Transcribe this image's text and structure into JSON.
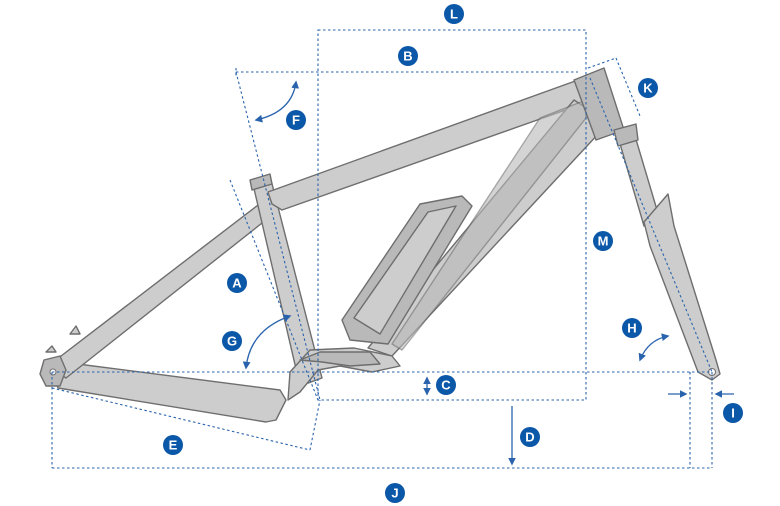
{
  "colors": {
    "marker": "#0b57a8",
    "dimension_line": "#2a63ad",
    "frame_fill": "#cdcdcd",
    "frame_stroke": "#6e6e6e"
  },
  "labels": {
    "a": "A",
    "b": "B",
    "c": "C",
    "d": "D",
    "e": "E",
    "f": "F",
    "g": "G",
    "h": "H",
    "i": "I",
    "j": "J",
    "k": "K",
    "l": "L",
    "m": "M"
  }
}
